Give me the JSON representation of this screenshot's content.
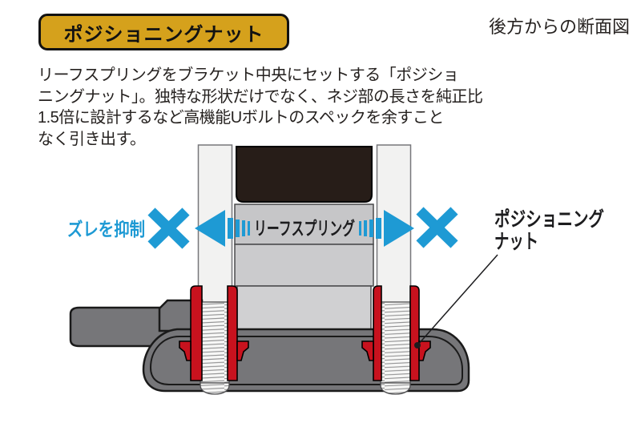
{
  "header": {
    "badge_label": "ポジショニングナット",
    "view_caption": "後方からの断面図"
  },
  "description": {
    "lines": [
      "リーフスプリングをブラケット中央にセットする「ポジショ",
      "ニングナット」。独特な形状だけでなく、ネジ部の長さを純正比",
      "1.5倍に設計するなど高機能Uボルトのスペックを余すこと",
      "なく引き出す。"
    ]
  },
  "diagram": {
    "leaf_spring_label": "リーフスプリング",
    "slip_control_label": "ズレを抑制",
    "nut_label_line1": "ポジショニング",
    "nut_label_line2": "ナット",
    "icons": {
      "left_cross": "cross-icon",
      "right_cross": "cross-icon",
      "left_arrow": "arrow-left-icon",
      "right_arrow": "arrow-right-icon"
    },
    "colors": {
      "accent_blue": "#1e9ad4",
      "badge_gold": "#d5a11c",
      "nut_red": "#c8121e",
      "bracket_gray": "#767679",
      "pad_black": "#271d18",
      "leaf_gray": "#c9c9cb"
    }
  }
}
